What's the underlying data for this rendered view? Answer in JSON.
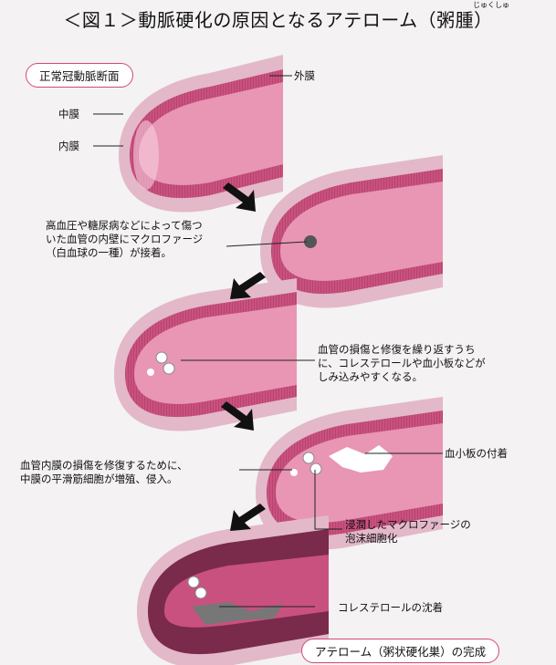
{
  "title": "＜図１＞動脈硬化の原因となるアテローム（粥腫）",
  "title_ruby": "じゅくしゅ",
  "colors": {
    "outer": "#e3b8c9",
    "middle": "#c9517f",
    "inner": "#e896b4",
    "lumen": "#f6cfdd",
    "plaque": "#7a2a4a",
    "accent": "#d04878"
  },
  "stage1": {
    "label": "正常冠動脈断面",
    "outer": "外膜",
    "middle": "中膜",
    "inner": "内膜"
  },
  "stage2": {
    "note": [
      "高血圧や糖尿病などによって傷つ",
      "いた血管の内壁にマクロファージ",
      "（白血球の一種）が接着。"
    ]
  },
  "stage3": {
    "note": [
      "血管の損傷と修復を繰り返すうち",
      "に、コレステロールや血小板などが",
      "しみ込みやすくなる。"
    ]
  },
  "stage4": {
    "note": [
      "血管内膜の損傷を修復するために、",
      "中膜の平滑筋細胞が増殖、侵入。"
    ],
    "platelet": "血小板の付着",
    "foam": [
      "浸潤したマクロファージの",
      "泡沫細胞化"
    ]
  },
  "stage5": {
    "cholesterol": "コレステロールの沈着",
    "label": "アテローム（粥状硬化巣）の完成"
  }
}
